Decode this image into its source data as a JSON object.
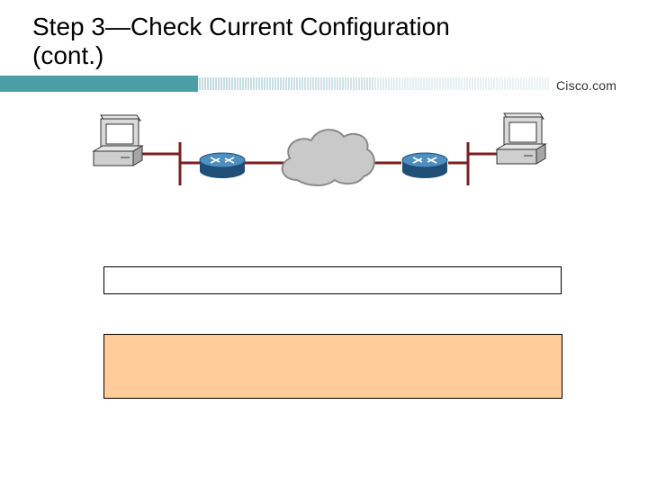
{
  "slide": {
    "title_line1": "Step 3—Check Current Configuration",
    "title_line2": "(cont.)",
    "brand": "Cisco.com"
  },
  "colors": {
    "band_teal": "#4a9ea6",
    "band_light": "#a9cdd2",
    "router_blue": "#2f6f9f",
    "link_red": "#7a1f1f",
    "cloud_gray": "#c9c9c9",
    "output_box": "#ffcc99"
  },
  "icons": {
    "left_host": "workstation-icon",
    "left_router": "router-icon",
    "wan": "cloud-icon",
    "right_router": "router-icon",
    "right_host": "workstation-icon"
  }
}
